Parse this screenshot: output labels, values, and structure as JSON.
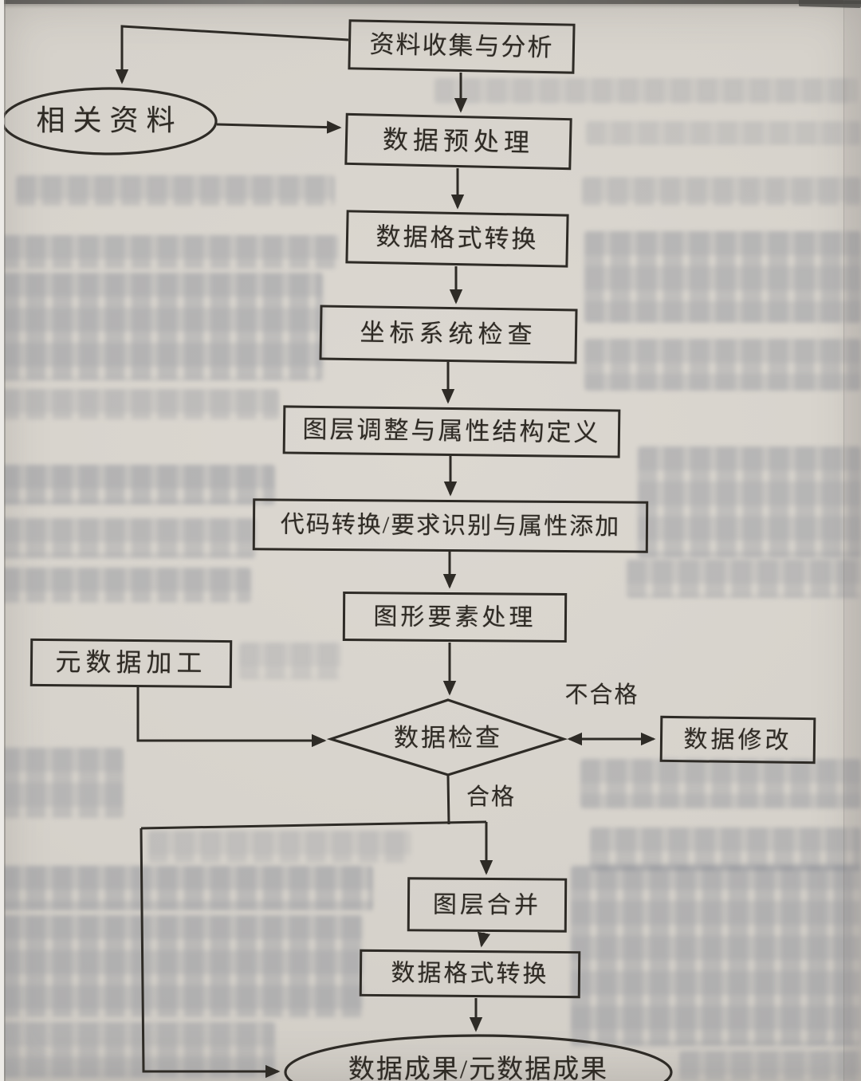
{
  "diagram": {
    "type": "flowchart",
    "language": "zh-CN",
    "ink_color": "#2e2b26",
    "paper_color": "#d6d2cb",
    "nodes": {
      "collect": {
        "label": "资料收集与分析",
        "shape": "rect"
      },
      "related": {
        "label": "相关资料",
        "shape": "ellipse"
      },
      "preprocess": {
        "label": "数据预处理",
        "shape": "rect"
      },
      "format1": {
        "label": "数据格式转换",
        "shape": "rect"
      },
      "coord_check": {
        "label": "坐标系统检查",
        "shape": "rect"
      },
      "layer_adjust": {
        "label": "图层调整与属性结构定义",
        "shape": "rect"
      },
      "code_convert": {
        "label": "代码转换/要求识别与属性添加",
        "shape": "rect"
      },
      "graphic": {
        "label": "图形要素处理",
        "shape": "rect"
      },
      "metadata": {
        "label": "元数据加工",
        "shape": "rect"
      },
      "data_check": {
        "label": "数据检查",
        "shape": "diamond"
      },
      "modify": {
        "label": "数据修改",
        "shape": "rect"
      },
      "merge": {
        "label": "图层合并",
        "shape": "rect"
      },
      "format2": {
        "label": "数据格式转换",
        "shape": "rect"
      },
      "result": {
        "label": "数据成果/元数据成果",
        "shape": "ellipse"
      }
    },
    "edge_labels": {
      "fail": "不合格",
      "pass": "合格"
    },
    "edges": [
      {
        "from": "资料收集与分析",
        "to": "相关资料"
      },
      {
        "from": "相关资料",
        "to": "数据预处理"
      },
      {
        "from": "资料收集与分析",
        "to": "数据预处理"
      },
      {
        "from": "数据预处理",
        "to": "数据格式转换"
      },
      {
        "from": "数据格式转换",
        "to": "坐标系统检查"
      },
      {
        "from": "坐标系统检查",
        "to": "图层调整与属性结构定义"
      },
      {
        "from": "图层调整与属性结构定义",
        "to": "代码转换/要求识别与属性添加"
      },
      {
        "from": "代码转换/要求识别与属性添加",
        "to": "图形要素处理"
      },
      {
        "from": "图形要素处理",
        "to": "数据检查"
      },
      {
        "from": "元数据加工",
        "to": "数据检查"
      },
      {
        "from": "数据检查",
        "to": "数据修改",
        "label": "不合格",
        "bidirectional": true
      },
      {
        "from": "数据检查",
        "to": "图层合并",
        "label": "合格"
      },
      {
        "from": "数据检查",
        "to": "数据成果/元数据成果",
        "label": "合格"
      },
      {
        "from": "图层合并",
        "to": "数据格式转换"
      },
      {
        "from": "数据格式转换",
        "to": "数据成果/元数据成果"
      }
    ]
  }
}
